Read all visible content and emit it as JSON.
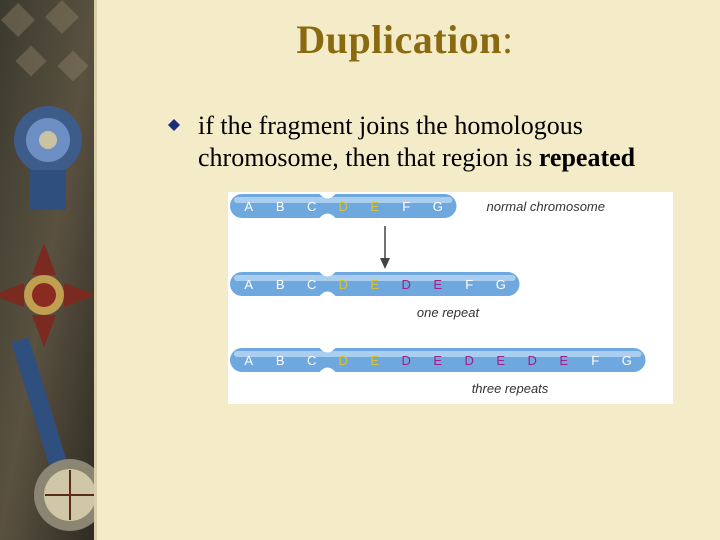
{
  "slide": {
    "title": "Duplication",
    "title_suffix": ":",
    "bullet": {
      "icon": "diamond-bullet-icon",
      "text_before": "if the fragment joins the homologous chromosome, then that region is ",
      "text_bold": "repeated"
    },
    "colors": {
      "background": "#f4ecc8",
      "title": "#8a6a10",
      "chromosome_fill": "#6fa8de",
      "chromosome_highlight": "#b9d7f2",
      "label_normal": "#ffffff",
      "label_original_repeat": "#d9c430",
      "label_new_repeat": "#a0208a"
    }
  },
  "figure": {
    "rows": [
      {
        "name": "normal",
        "genes": [
          "A",
          "B",
          "C",
          "D",
          "E",
          "F",
          "G"
        ],
        "highlight": [
          3,
          4
        ],
        "repeat": [],
        "caption": "normal chromosome"
      },
      {
        "name": "one-repeat",
        "genes": [
          "A",
          "B",
          "C",
          "D",
          "E",
          "D",
          "E",
          "F",
          "G"
        ],
        "highlight": [
          3,
          4
        ],
        "repeat": [
          5,
          6
        ],
        "caption": "one repeat"
      },
      {
        "name": "three-repeats",
        "genes": [
          "A",
          "B",
          "C",
          "D",
          "E",
          "D",
          "E",
          "D",
          "E",
          "D",
          "E",
          "F",
          "G"
        ],
        "highlight": [
          3,
          4
        ],
        "repeat": [
          5,
          6,
          7,
          8,
          9,
          10
        ],
        "caption": "three repeats"
      }
    ]
  }
}
